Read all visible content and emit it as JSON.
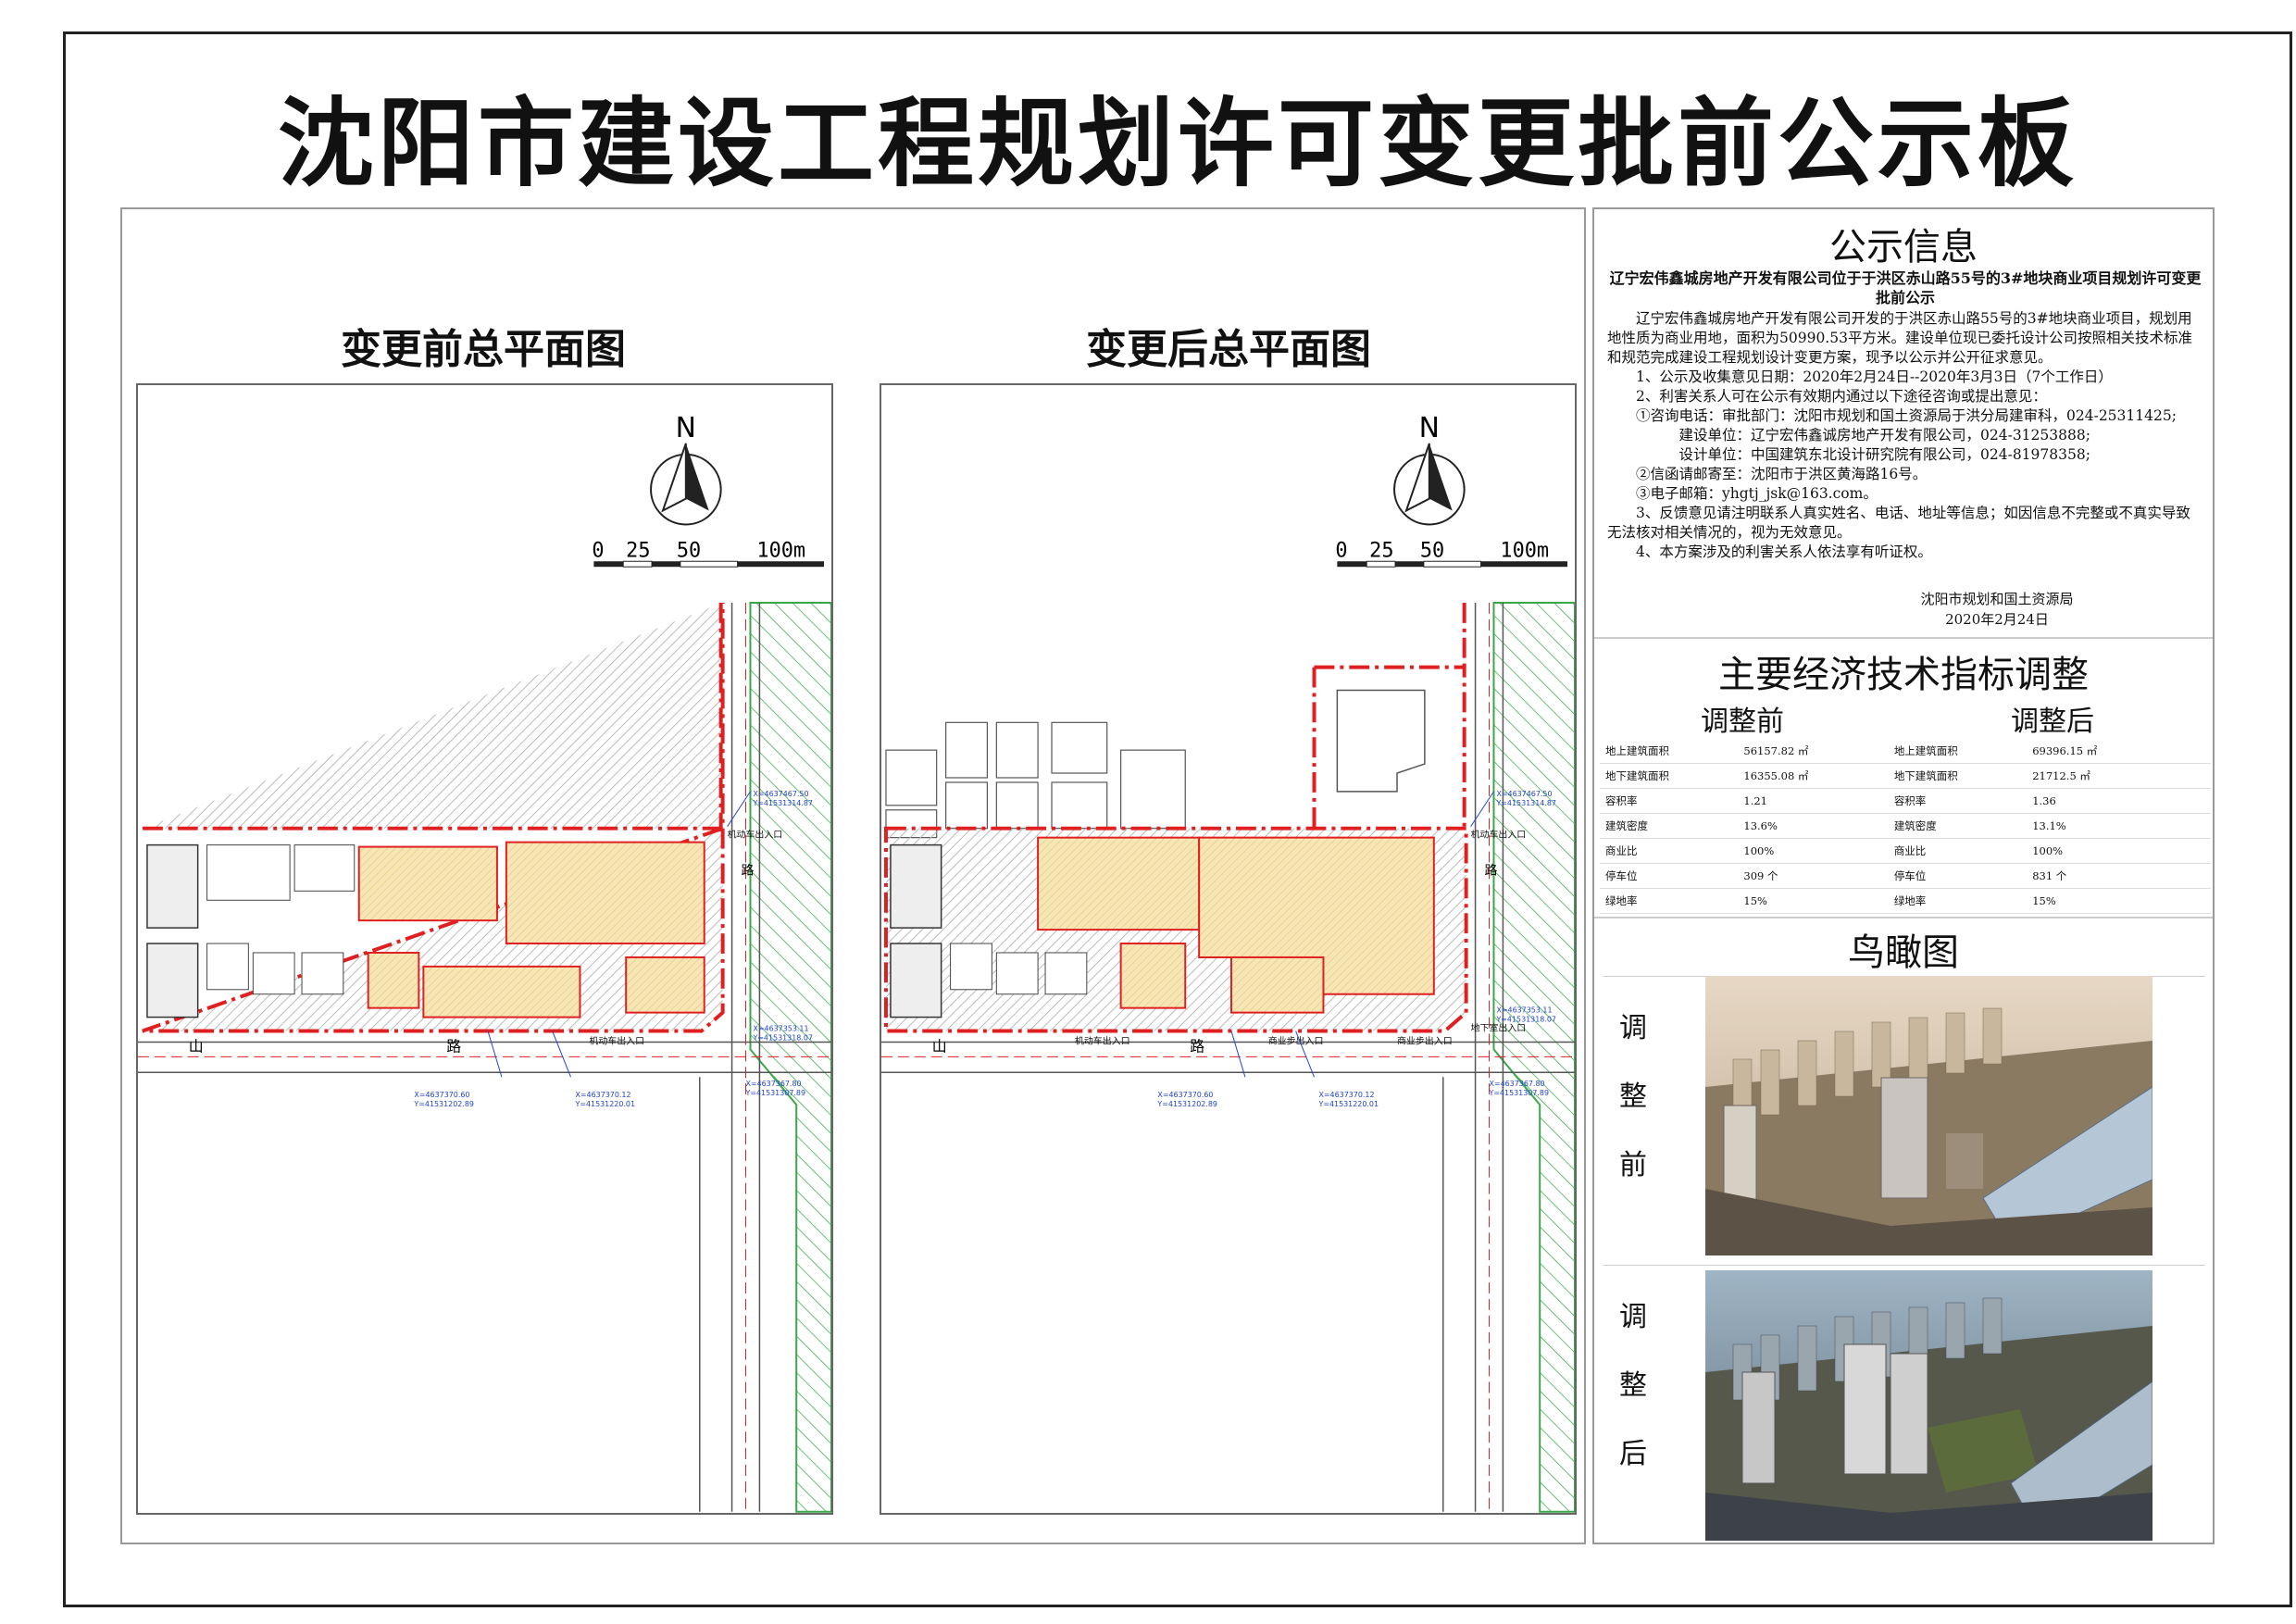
{
  "board": {
    "title": "沈阳市建设工程规划许可变更批前公示板"
  },
  "maps": {
    "before_title": "变更前总平面图",
    "after_title": "变更后总平面图",
    "north": "N",
    "scale": [
      "0",
      "25",
      "50",
      "100m"
    ],
    "road_label_1": "山",
    "road_label_2": "路",
    "road_label_3": "路",
    "before_labels": {
      "entry_top": "机动车出入口",
      "entry_bottom": "机动车出入口",
      "coord_a": "X=4637467.50",
      "coord_b": "Y=41531314.87",
      "coord_c": "X=4637353.11",
      "coord_d": "Y=41531318.07",
      "coord_e": "X=4637370.60",
      "coord_f": "Y=41531202.89",
      "coord_g": "X=4637370.12",
      "coord_h": "Y=41531220.01",
      "coord_i": "X=4637367.80",
      "coord_j": "Y=41531307.89"
    },
    "after_labels": {
      "entry_top": "机动车出入口",
      "entry_bottom": "机动车出入口",
      "entry_mid": "商业步出入口",
      "entry_right": "地下室出入口",
      "entry_right2": "商业步出入口",
      "coord_a": "X=4637467.50",
      "coord_b": "Y=41531314.87",
      "coord_c": "X=4637353.11",
      "coord_d": "Y=41531318.07",
      "coord_e": "X=4637370.60",
      "coord_f": "Y=41531202.89",
      "coord_g": "X=4637370.12",
      "coord_h": "Y=41531220.01",
      "coord_i": "X=4637367.80",
      "coord_j": "Y=41531307.89"
    }
  },
  "notice": {
    "section_title": "公示信息",
    "heading": "辽宁宏伟鑫城房地产开发有限公司位于于洪区赤山路55号的3#地块商业项目规划许可变更批前公示",
    "body": "辽宁宏伟鑫城房地产开发有限公司开发的于洪区赤山路55号的3#地块商业项目，规划用地性质为商业用地，面积为50990.53平方米。建设单位现已委托设计公司按照相关技术标准和规范完成建设工程规划设计变更方案，现予以公示并公开征求意见。",
    "item1": "1、公示及收集意见日期：2020年2月24日--2020年3月3日（7个工作日）",
    "item2": "2、利害关系人可在公示有效期内通过以下途径咨询或提出意见：",
    "item2_1": "①咨询电话：审批部门：沈阳市规划和国土资源局于洪分局建审科，024-25311425;",
    "item2_2": "建设单位：辽宁宏伟鑫诚房地产开发有限公司，024-31253888;",
    "item2_3": "设计单位：中国建筑东北设计研究院有限公司，024-81978358;",
    "item2_4": "②信函请邮寄至：沈阳市于洪区黄海路16号。",
    "item2_5": "③电子邮箱：yhgtj_jsk@163.com。",
    "item3": "3、反馈意见请注明联系人真实姓名、电话、地址等信息；如因信息不完整或不真实导致无法核对相关情况的，视为无效意见。",
    "item4": "4、本方案涉及的利害关系人依法享有听证权。",
    "sign_org": "沈阳市规划和国土资源局",
    "sign_date": "2020年2月24日"
  },
  "kpi": {
    "section_title": "主要经济技术指标调整",
    "before_label": "调整前",
    "after_label": "调整后",
    "rows": [
      {
        "name_b": "地上建筑面积",
        "val_b": "56157.82 ㎡",
        "name_a": "地上建筑面积",
        "val_a": "69396.15 ㎡"
      },
      {
        "name_b": "地下建筑面积",
        "val_b": "16355.08 ㎡",
        "name_a": "地下建筑面积",
        "val_a": "21712.5 ㎡"
      },
      {
        "name_b": "容积率",
        "val_b": "1.21",
        "name_a": "容积率",
        "val_a": "1.36"
      },
      {
        "name_b": "建筑密度",
        "val_b": "13.6%",
        "name_a": "建筑密度",
        "val_a": "13.1%"
      },
      {
        "name_b": "商业比",
        "val_b": "100%",
        "name_a": "商业比",
        "val_a": "100%"
      },
      {
        "name_b": "停车位",
        "val_b": "309 个",
        "name_a": "停车位",
        "val_a": "831 个"
      },
      {
        "name_b": "绿地率",
        "val_b": "15%",
        "name_a": "绿地率",
        "val_a": "15%"
      }
    ]
  },
  "aerial": {
    "section_title": "鸟瞰图",
    "before_chars": [
      "调",
      "整",
      "前"
    ],
    "after_chars": [
      "调",
      "整",
      "后"
    ]
  },
  "colors": {
    "redline": "#e02020",
    "building_fill": "#f4e3b0",
    "hatch": "#c8c8c8",
    "green": "#3aa84a",
    "blue_annot": "#2244cc"
  }
}
